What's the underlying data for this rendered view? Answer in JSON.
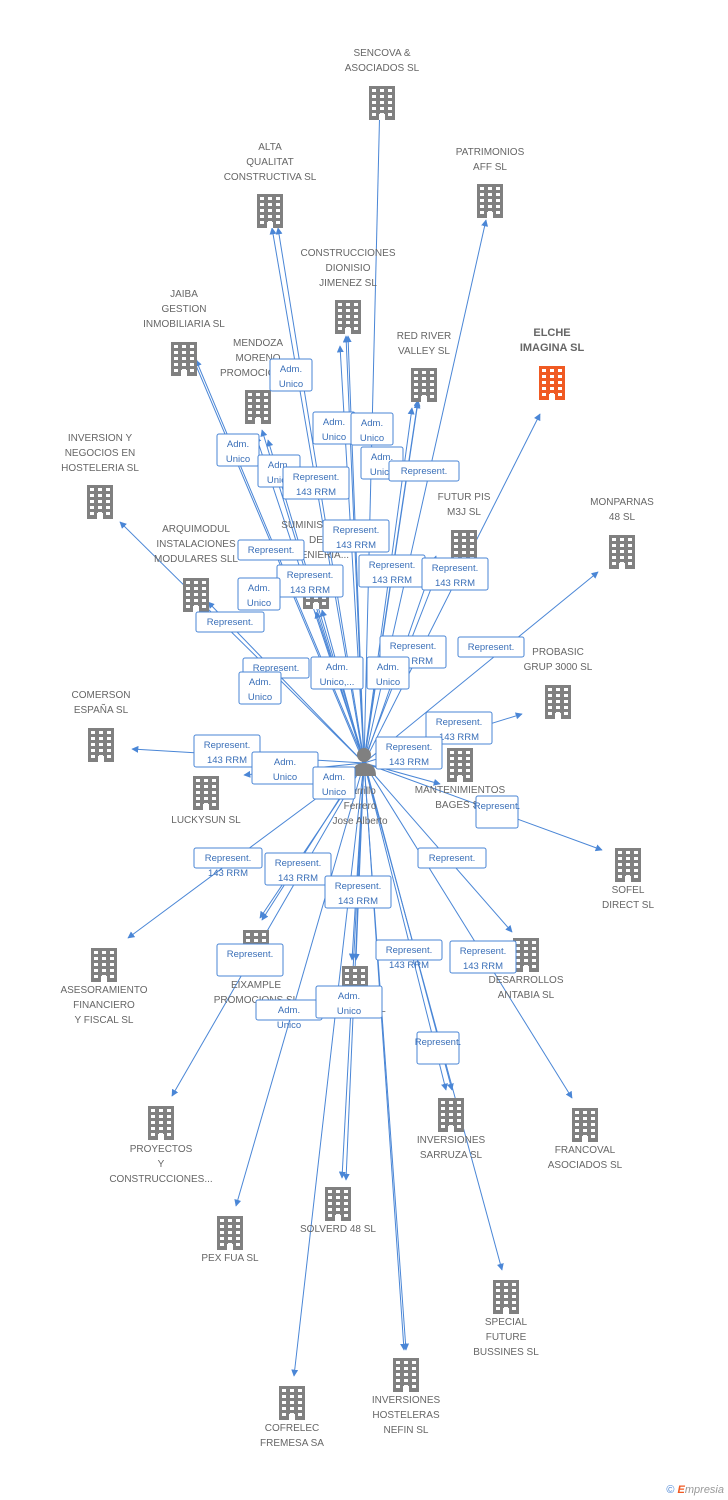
{
  "center": {
    "name_lines": [
      "Carrillo",
      "Ferrero",
      "Jose Alberto"
    ]
  },
  "nodes": [
    {
      "id": "sencova",
      "lines": [
        "SENCOVA &",
        "ASOCIADOS SL"
      ]
    },
    {
      "id": "alta",
      "lines": [
        "ALTA",
        "QUALITAT",
        "CONSTRUCTIVA SL"
      ]
    },
    {
      "id": "patrimonios",
      "lines": [
        "PATRIMONIOS",
        "AFF SL"
      ]
    },
    {
      "id": "dionisio",
      "lines": [
        "CONSTRUCCIONES",
        "DIONISIO",
        "JIMENEZ SL"
      ]
    },
    {
      "id": "jaiba",
      "lines": [
        "JAIBA",
        "GESTION",
        "INMOBILIARIA SL"
      ]
    },
    {
      "id": "mendoza",
      "lines": [
        "MENDOZA",
        "MORENO",
        "PROMOCIONES"
      ]
    },
    {
      "id": "redriver",
      "lines": [
        "RED RIVER",
        "VALLEY SL"
      ]
    },
    {
      "id": "elche",
      "lines": [
        "ELCHE",
        "IMAGINA SL"
      ],
      "highlight": true
    },
    {
      "id": "inversion",
      "lines": [
        "INVERSION Y",
        "NEGOCIOS EN",
        "HOSTELERIA SL"
      ]
    },
    {
      "id": "futurpis",
      "lines": [
        "FUTUR PIS",
        "M3J SL"
      ]
    },
    {
      "id": "monparnas",
      "lines": [
        "MONPARNAS",
        "48 SL"
      ]
    },
    {
      "id": "arquimodul",
      "lines": [
        "ARQUIMODUL",
        "INSTALACIONES",
        "MODULARES SLL"
      ]
    },
    {
      "id": "suministros",
      "lines": [
        "SUMINISTROS",
        "DE",
        "INGENIERIA..."
      ]
    },
    {
      "id": "probasic",
      "lines": [
        "PROBASIC",
        "GRUP 3000 SL"
      ]
    },
    {
      "id": "comerson",
      "lines": [
        "COMERSON",
        "ESPAÑA SL"
      ]
    },
    {
      "id": "luckysun",
      "lines": [
        "LUCKYSUN SL"
      ]
    },
    {
      "id": "mantenimientos",
      "lines": [
        "MANTENIMIENTOS",
        "BAGES SL"
      ]
    },
    {
      "id": "sofel",
      "lines": [
        "SOFEL",
        "DIRECT SL"
      ]
    },
    {
      "id": "asesoramiento",
      "lines": [
        "ASESORAMIENTO",
        "FINANCIERO",
        "Y FISCAL SL"
      ]
    },
    {
      "id": "promocions",
      "lines": [
        "EIXAMPLE",
        "PROMOCIONS SL"
      ]
    },
    {
      "id": "desarrollos",
      "lines": [
        "DESARROLLOS",
        "ANTABIA SL"
      ]
    },
    {
      "id": "central",
      "lines": [
        "CENTRAL SL"
      ]
    },
    {
      "id": "proyectos",
      "lines": [
        "PROYECTOS",
        "Y",
        "CONSTRUCCIONES..."
      ]
    },
    {
      "id": "sarruza",
      "lines": [
        "INVERSIONES",
        "SARRUZA SL"
      ]
    },
    {
      "id": "francoval",
      "lines": [
        "FRANCOVAL",
        "ASOCIADOS SL"
      ]
    },
    {
      "id": "solverd",
      "lines": [
        "SOLVERD 48 SL"
      ]
    },
    {
      "id": "pexfua",
      "lines": [
        "PEX FUA SL"
      ]
    },
    {
      "id": "special",
      "lines": [
        "SPECIAL",
        "FUTURE",
        "BUSSINES SL"
      ]
    },
    {
      "id": "nefin",
      "lines": [
        "INVERSIONES",
        "HOSTELERAS",
        "NEFIN SL"
      ]
    },
    {
      "id": "cofrelec",
      "lines": [
        "COFRELEC",
        "FREMESA SA"
      ]
    }
  ],
  "edge_labels": [
    {
      "lines": [
        "Adm.",
        "Unico"
      ]
    },
    {
      "lines": [
        "Adm.",
        "Unico"
      ]
    },
    {
      "lines": [
        "Adm.",
        "Unico"
      ]
    },
    {
      "lines": [
        "Adm.",
        "Unico"
      ]
    },
    {
      "lines": [
        "Adm.",
        "Unico"
      ]
    },
    {
      "lines": [
        "Represent."
      ]
    },
    {
      "lines": [
        "Adm.",
        "Unico"
      ]
    },
    {
      "lines": [
        "Represent.",
        "143 RRM"
      ]
    },
    {
      "lines": [
        "Represent.",
        "143 RRM"
      ]
    },
    {
      "lines": [
        "Represent."
      ]
    },
    {
      "lines": [
        "Represent.",
        "143 RRM"
      ]
    },
    {
      "lines": [
        "Represent.",
        "143 RRM"
      ]
    },
    {
      "lines": [
        "Represent.",
        "143 RRM"
      ]
    },
    {
      "lines": [
        "Adm.",
        "Unico"
      ]
    },
    {
      "lines": [
        "Represent."
      ]
    },
    {
      "lines": [
        "Represent.",
        "143 RRM"
      ]
    },
    {
      "lines": [
        "Represent."
      ]
    },
    {
      "lines": [
        "Represent."
      ]
    },
    {
      "lines": [
        "Adm.",
        "Unico,..."
      ]
    },
    {
      "lines": [
        "Adm.",
        "Unico"
      ]
    },
    {
      "lines": [
        "Adm.",
        "Unico"
      ]
    },
    {
      "lines": [
        "Represent.",
        "143 RRM"
      ]
    },
    {
      "lines": [
        "Represent.",
        "143 RRM"
      ]
    },
    {
      "lines": [
        "Represent.",
        "143 RRM"
      ]
    },
    {
      "lines": [
        "Adm.",
        "Unico"
      ]
    },
    {
      "lines": [
        "Adm.",
        "Unico"
      ]
    },
    {
      "lines": [
        "Represent."
      ]
    },
    {
      "lines": [
        "Represent.",
        "143 RRM"
      ]
    },
    {
      "lines": [
        "Represent.",
        "143 RRM"
      ]
    },
    {
      "lines": [
        "Represent."
      ]
    },
    {
      "lines": [
        "Represent.",
        "143 RRM"
      ]
    },
    {
      "lines": [
        "Represent.",
        "143 RRM"
      ]
    },
    {
      "lines": [
        "Represent."
      ]
    },
    {
      "lines": [
        "Represent.",
        "143 RRM"
      ]
    },
    {
      "lines": [
        "Adm.",
        "Unico"
      ]
    },
    {
      "lines": [
        "Adm.",
        "Unico"
      ]
    },
    {
      "lines": [
        "Represent."
      ]
    }
  ],
  "colors": {
    "edge": "#4a86d6",
    "building": "#808080",
    "highlight": "#f05a23",
    "label": "#666666"
  },
  "footer": {
    "copyright": "©",
    "brand_first": "E",
    "brand_rest": "mpresia"
  }
}
